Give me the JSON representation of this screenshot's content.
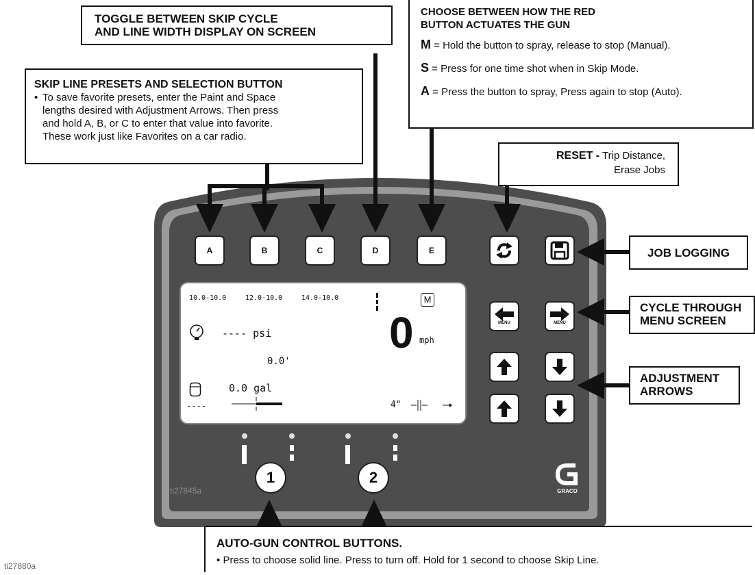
{
  "callouts": {
    "toggle": {
      "title_1": "TOGGLE BETWEEN SKIP CYCLE",
      "title_2": "AND LINE WIDTH DISPLAY ON SCREEN"
    },
    "choose": {
      "title_1": "CHOOSE BETWEEN HOW THE RED",
      "title_2": "BUTTON ACTUATES THE GUN",
      "m_key": "M",
      "m_text": " = Hold the button to spray, release to stop (Manual).",
      "s_key": "S",
      "s_text": " = Press for one time shot when in Skip Mode.",
      "a_key": "A",
      "a_text": " = Press the button to spray, Press again to stop (Auto)."
    },
    "skip": {
      "title": "SKIP LINE PRESETS AND SELECTION BUTTON",
      "bullet": "•",
      "line_1": "To save favorite presets, enter the Paint and Space",
      "line_2": "lengths desired with Adjustment Arrows. Then press",
      "line_3": "and hold A, B, or C to enter that value into favorite.",
      "line_4": "These work just like Favorites on a car radio."
    },
    "reset": {
      "title": "RESET -",
      "text_1": " Trip Distance,",
      "text_2": "Erase Jobs"
    },
    "job_logging": "JOB LOGGING",
    "cycle": {
      "line_1": "CYCLE THROUGH",
      "line_2": "MENU SCREEN"
    },
    "adjust": {
      "line_1": "ADJUSTMENT",
      "line_2": "ARROWS"
    },
    "autogun": {
      "title": "AUTO-GUN CONTROL BUTTONS.",
      "bullet": "•",
      "text": "Press to choose solid line. Press to turn off. Hold for 1 second to choose Skip Line."
    }
  },
  "panel": {
    "keys": [
      "A",
      "B",
      "C",
      "D",
      "E"
    ],
    "menu_label": "MENU",
    "gun_buttons": [
      "1",
      "2"
    ],
    "logo_text": "GRACO",
    "panel_id": "ti27845a"
  },
  "lcd": {
    "presets": [
      "10.0-10.0",
      "12.0-10.0",
      "14.0-10.0"
    ],
    "pressure": "---- psi",
    "distance": "0.0'",
    "volume": "0.0 gal",
    "speed_value": "0",
    "speed_unit": "mph",
    "line_width": "4\"",
    "dashes": "----",
    "mode_letter": "M"
  },
  "figure_id": "ti27880a",
  "colors": {
    "panel": "#4d4d4d",
    "panel_inner": "#9a9a9a",
    "ink": "#111111"
  },
  "icons": [
    "gauge-icon",
    "tank-icon",
    "reset-icon",
    "save-disk-icon",
    "arrow-left-icon",
    "arrow-right-icon",
    "arrow-up-icon",
    "arrow-down-icon",
    "graco-logo-icon"
  ]
}
